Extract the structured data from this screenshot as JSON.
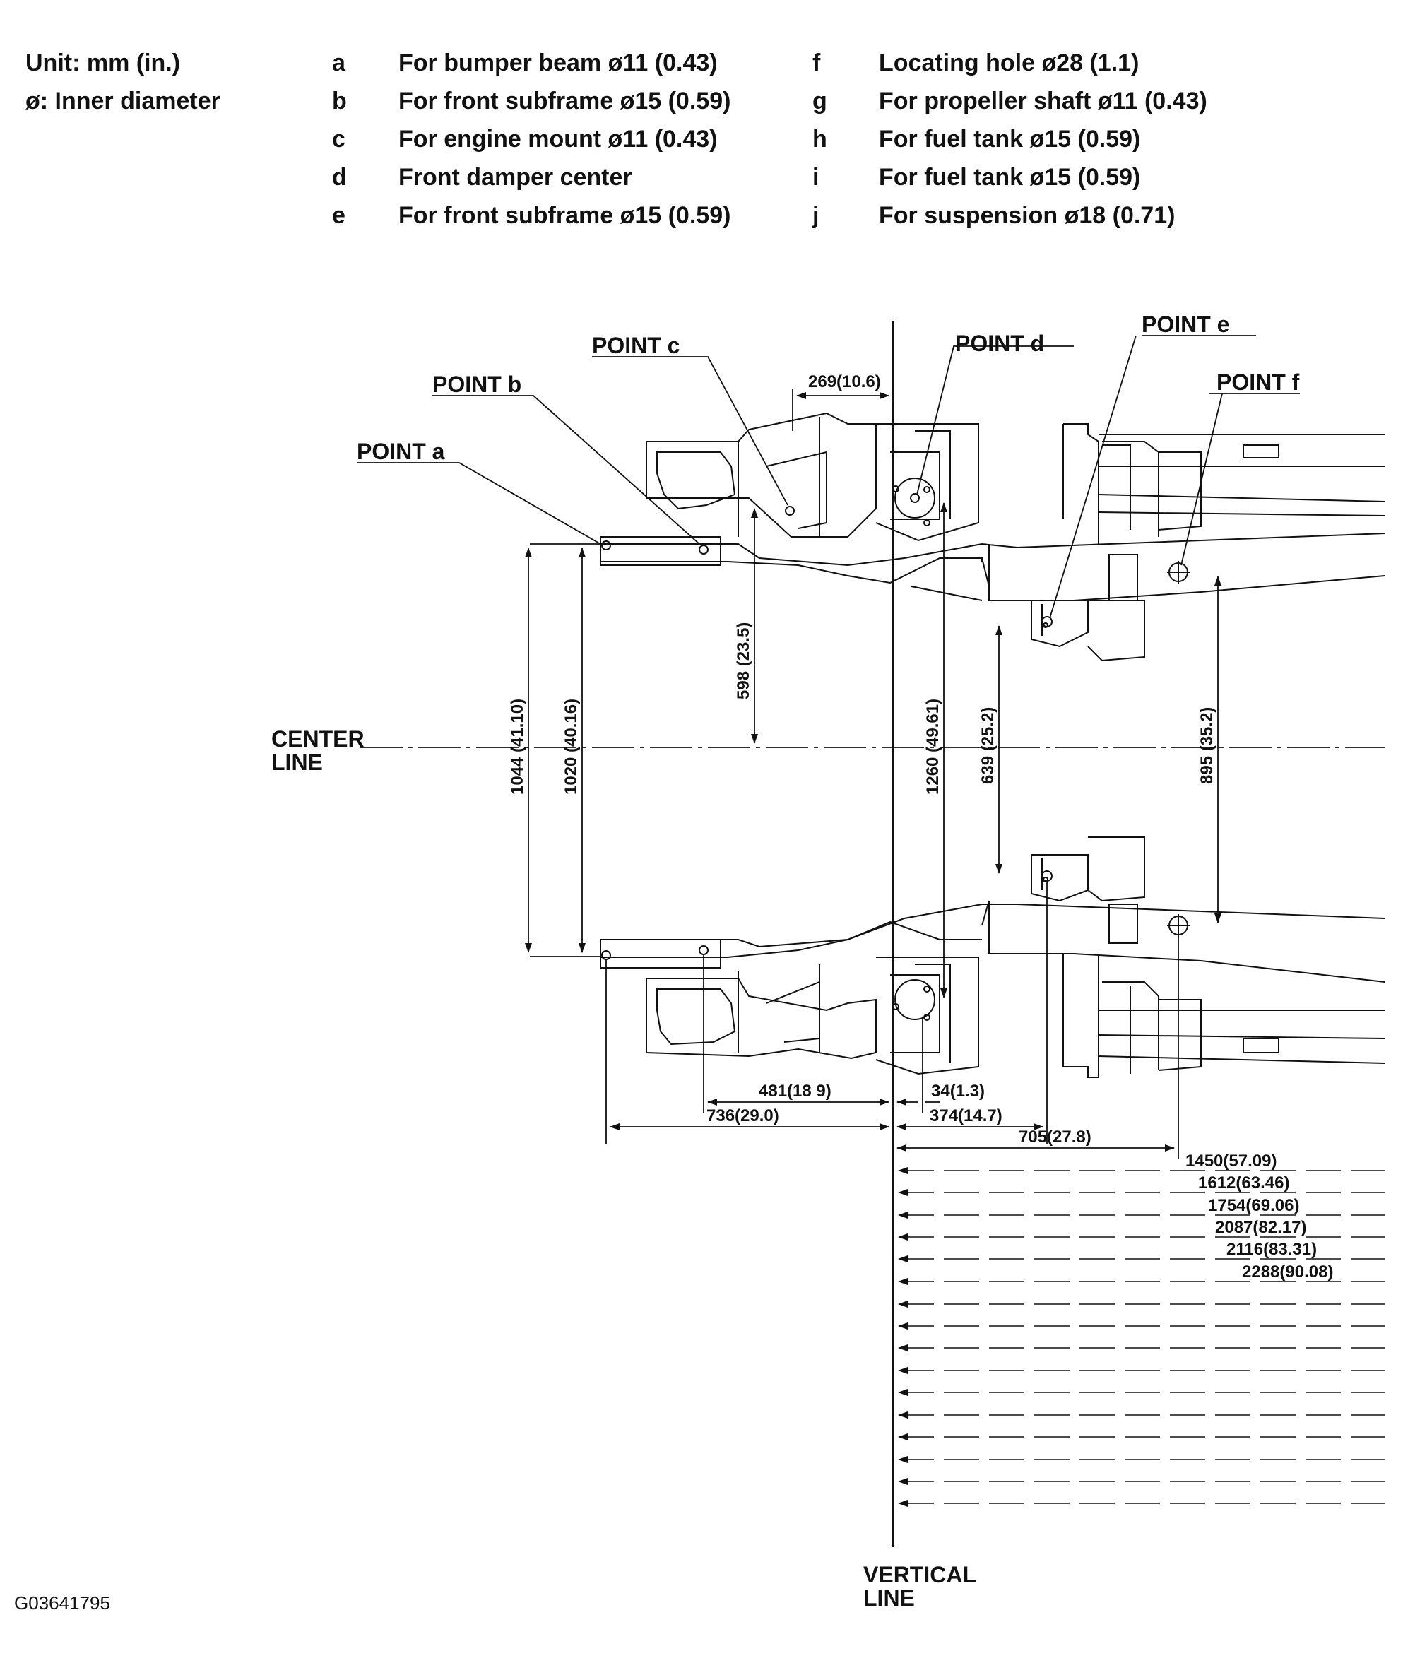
{
  "legend": {
    "unit": "Unit: mm (in.)",
    "inner_diameter": "ø: Inner diameter",
    "items": [
      {
        "key": "a",
        "desc": "For bumper beam ø11 (0.43)"
      },
      {
        "key": "b",
        "desc": "For front subframe ø15 (0.59)"
      },
      {
        "key": "c",
        "desc": "For engine mount ø11 (0.43)"
      },
      {
        "key": "d",
        "desc": "Front damper center"
      },
      {
        "key": "e",
        "desc": "For front subframe ø15 (0.59)"
      },
      {
        "key": "f",
        "desc": "Locating hole ø28 (1.1)"
      },
      {
        "key": "g",
        "desc": "For propeller shaft ø11 (0.43)"
      },
      {
        "key": "h",
        "desc": "For fuel tank ø15 (0.59)"
      },
      {
        "key": "i",
        "desc": "For fuel tank ø15 (0.59)"
      },
      {
        "key": "j",
        "desc": "For suspension ø18 (0.71)"
      }
    ]
  },
  "points": {
    "a": "POINT a",
    "b": "POINT b",
    "c": "POINT c",
    "d": "POINT d",
    "e": "POINT e",
    "f": "POINT f"
  },
  "lines": {
    "center_1": "CENTER",
    "center_2": "LINE",
    "vertical_1": "VERTICAL",
    "vertical_2": "LINE"
  },
  "dims": {
    "d269": "269(10.6)",
    "d598": "598 (23.5)",
    "d1044": "1044 (41.10)",
    "d1020": "1020 (40.16)",
    "d1260": "1260 (49.61)",
    "d639": "639 (25.2)",
    "d895": "895 (35.2)",
    "d481": "481(18 9)",
    "d34": "34(1.3)",
    "d736": "736(29.0)",
    "d374": "374(14.7)",
    "d705": "705(27.8)",
    "d1450": "1450(57.09)",
    "d1612": "1612(63.46)",
    "d1754": "1754(69.06)",
    "d2087": "2087(82.17)",
    "d2116": "2116(83.31)",
    "d2288": "2288(90.08)"
  },
  "caption": "G03641795"
}
